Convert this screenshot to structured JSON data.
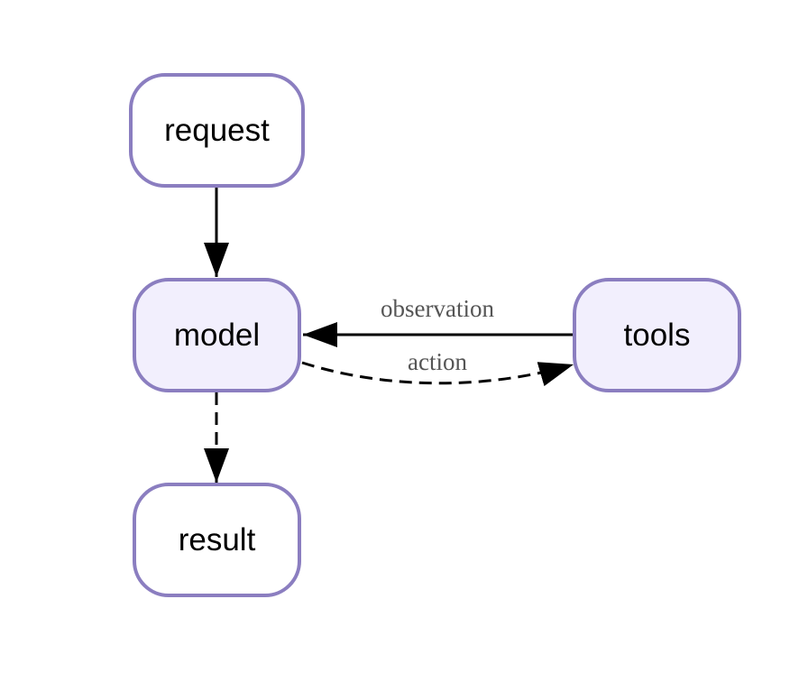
{
  "nodes": {
    "request": {
      "label": "request"
    },
    "model": {
      "label": "model"
    },
    "tools": {
      "label": "tools"
    },
    "result": {
      "label": "result"
    }
  },
  "edges": {
    "request_to_model": {
      "style": "solid"
    },
    "tools_to_model": {
      "label": "observation",
      "style": "solid"
    },
    "model_to_tools": {
      "label": "action",
      "style": "dashed"
    },
    "model_to_result": {
      "style": "dashed"
    }
  },
  "colors": {
    "node_border": "#8b7ec0",
    "plain_fill": "#ffffff",
    "highlight_fill": "#f2effd",
    "edge": "#000000",
    "edge_label": "#555555"
  }
}
